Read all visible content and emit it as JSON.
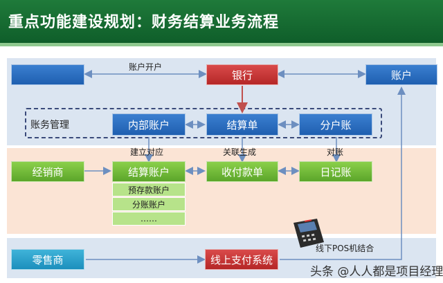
{
  "header": {
    "title": "重点功能建设规划：财务结算业务流程"
  },
  "top": {
    "blank_box": "",
    "bank": "银行",
    "account": "账户",
    "open_account_label": "账户开户"
  },
  "ledger": {
    "section_label": "账务管理",
    "internal_account": "内部账户",
    "settlement_sheet": "结算单",
    "sub_ledger": "分户账"
  },
  "relations": {
    "build_map": "建立对应",
    "link_generate": "关联生成",
    "reconcile": "对账"
  },
  "middle": {
    "dealer": "经销商",
    "settlement_account": "结算账户",
    "sub_accounts": [
      "预存款账户",
      "分账账户",
      "……"
    ],
    "payment_receipt": "收付款单",
    "journal": "日记账"
  },
  "bottom": {
    "retailer": "零售商",
    "online_payment": "线上支付系统",
    "pos_label": "线下POS机结合"
  },
  "watermark": "头条 @人人都是项目经理"
}
